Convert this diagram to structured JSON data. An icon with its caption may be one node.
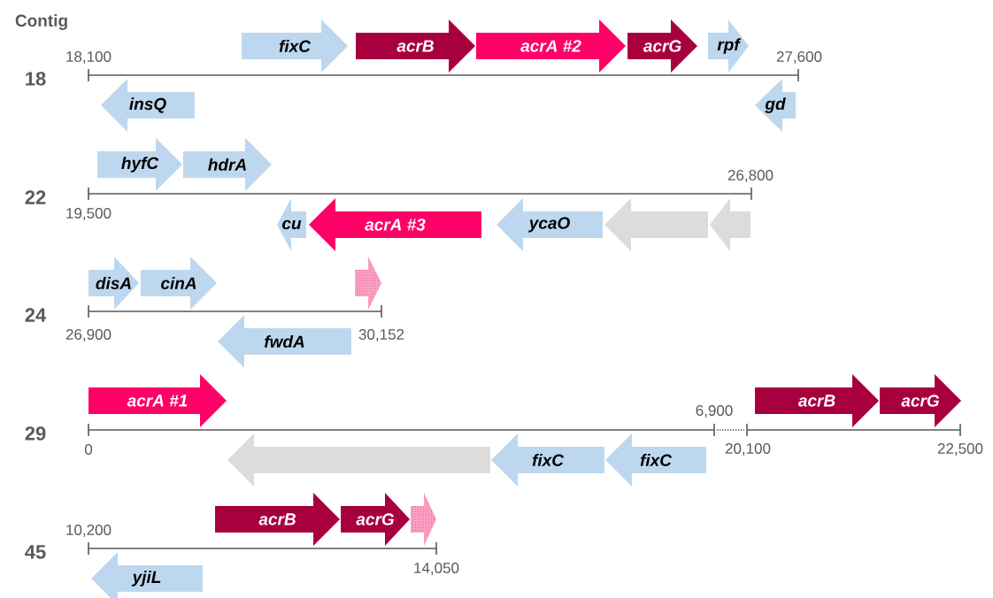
{
  "diagram": {
    "nodes": [
      {
        "text": [
          "fixC"
        ]
      },
      {
        "text": [
          "acrB"
        ]
      },
      {
        "text": [
          "acrA #2"
        ]
      },
      {
        "text": [
          "acrG"
        ]
      },
      {
        "text": [
          "rpf"
        ]
      },
      {
        "text": [
          "insQ"
        ]
      },
      {
        "text": [
          "gd"
        ]
      },
      {
        "text": [
          "hyfC"
        ]
      },
      {
        "text": [
          "hdrA"
        ]
      },
      {
        "text": [
          "cu"
        ]
      },
      {
        "text": [
          "acrA #3"
        ]
      },
      {
        "text": [
          "ycaO"
        ]
      },
      {
        "text": [],
        "shape": "arrow"
      },
      {
        "text": [],
        "shape": "arrow"
      },
      {
        "text": [
          "disA"
        ]
      },
      {
        "text": [
          "cinA"
        ]
      },
      {
        "text": [],
        "shape": "arrow"
      },
      {
        "text": [
          "fwdA"
        ]
      },
      {
        "text": [
          "acrA #1"
        ]
      },
      {
        "text": [
          "acrB"
        ]
      },
      {
        "text": [
          "acrG"
        ]
      },
      {
        "text": [],
        "shape": "arrow"
      },
      {
        "text": [
          "fixC"
        ]
      },
      {
        "text": [
          "fixC"
        ]
      },
      {
        "text": [
          "acrB"
        ]
      },
      {
        "text": [
          "acrG"
        ]
      },
      {
        "text": [],
        "shape": "arrow"
      },
      {
        "text": [
          "yjiL"
        ]
      }
    ],
    "labels": [
      "Contig",
      "18,100",
      "27,600",
      "18",
      "26,800",
      "22",
      "19,500",
      "24",
      "26,900",
      "30,152",
      "6,900",
      "29",
      "0",
      "20,100",
      "22,500",
      "10,200",
      "45",
      "14,050"
    ]
  }
}
